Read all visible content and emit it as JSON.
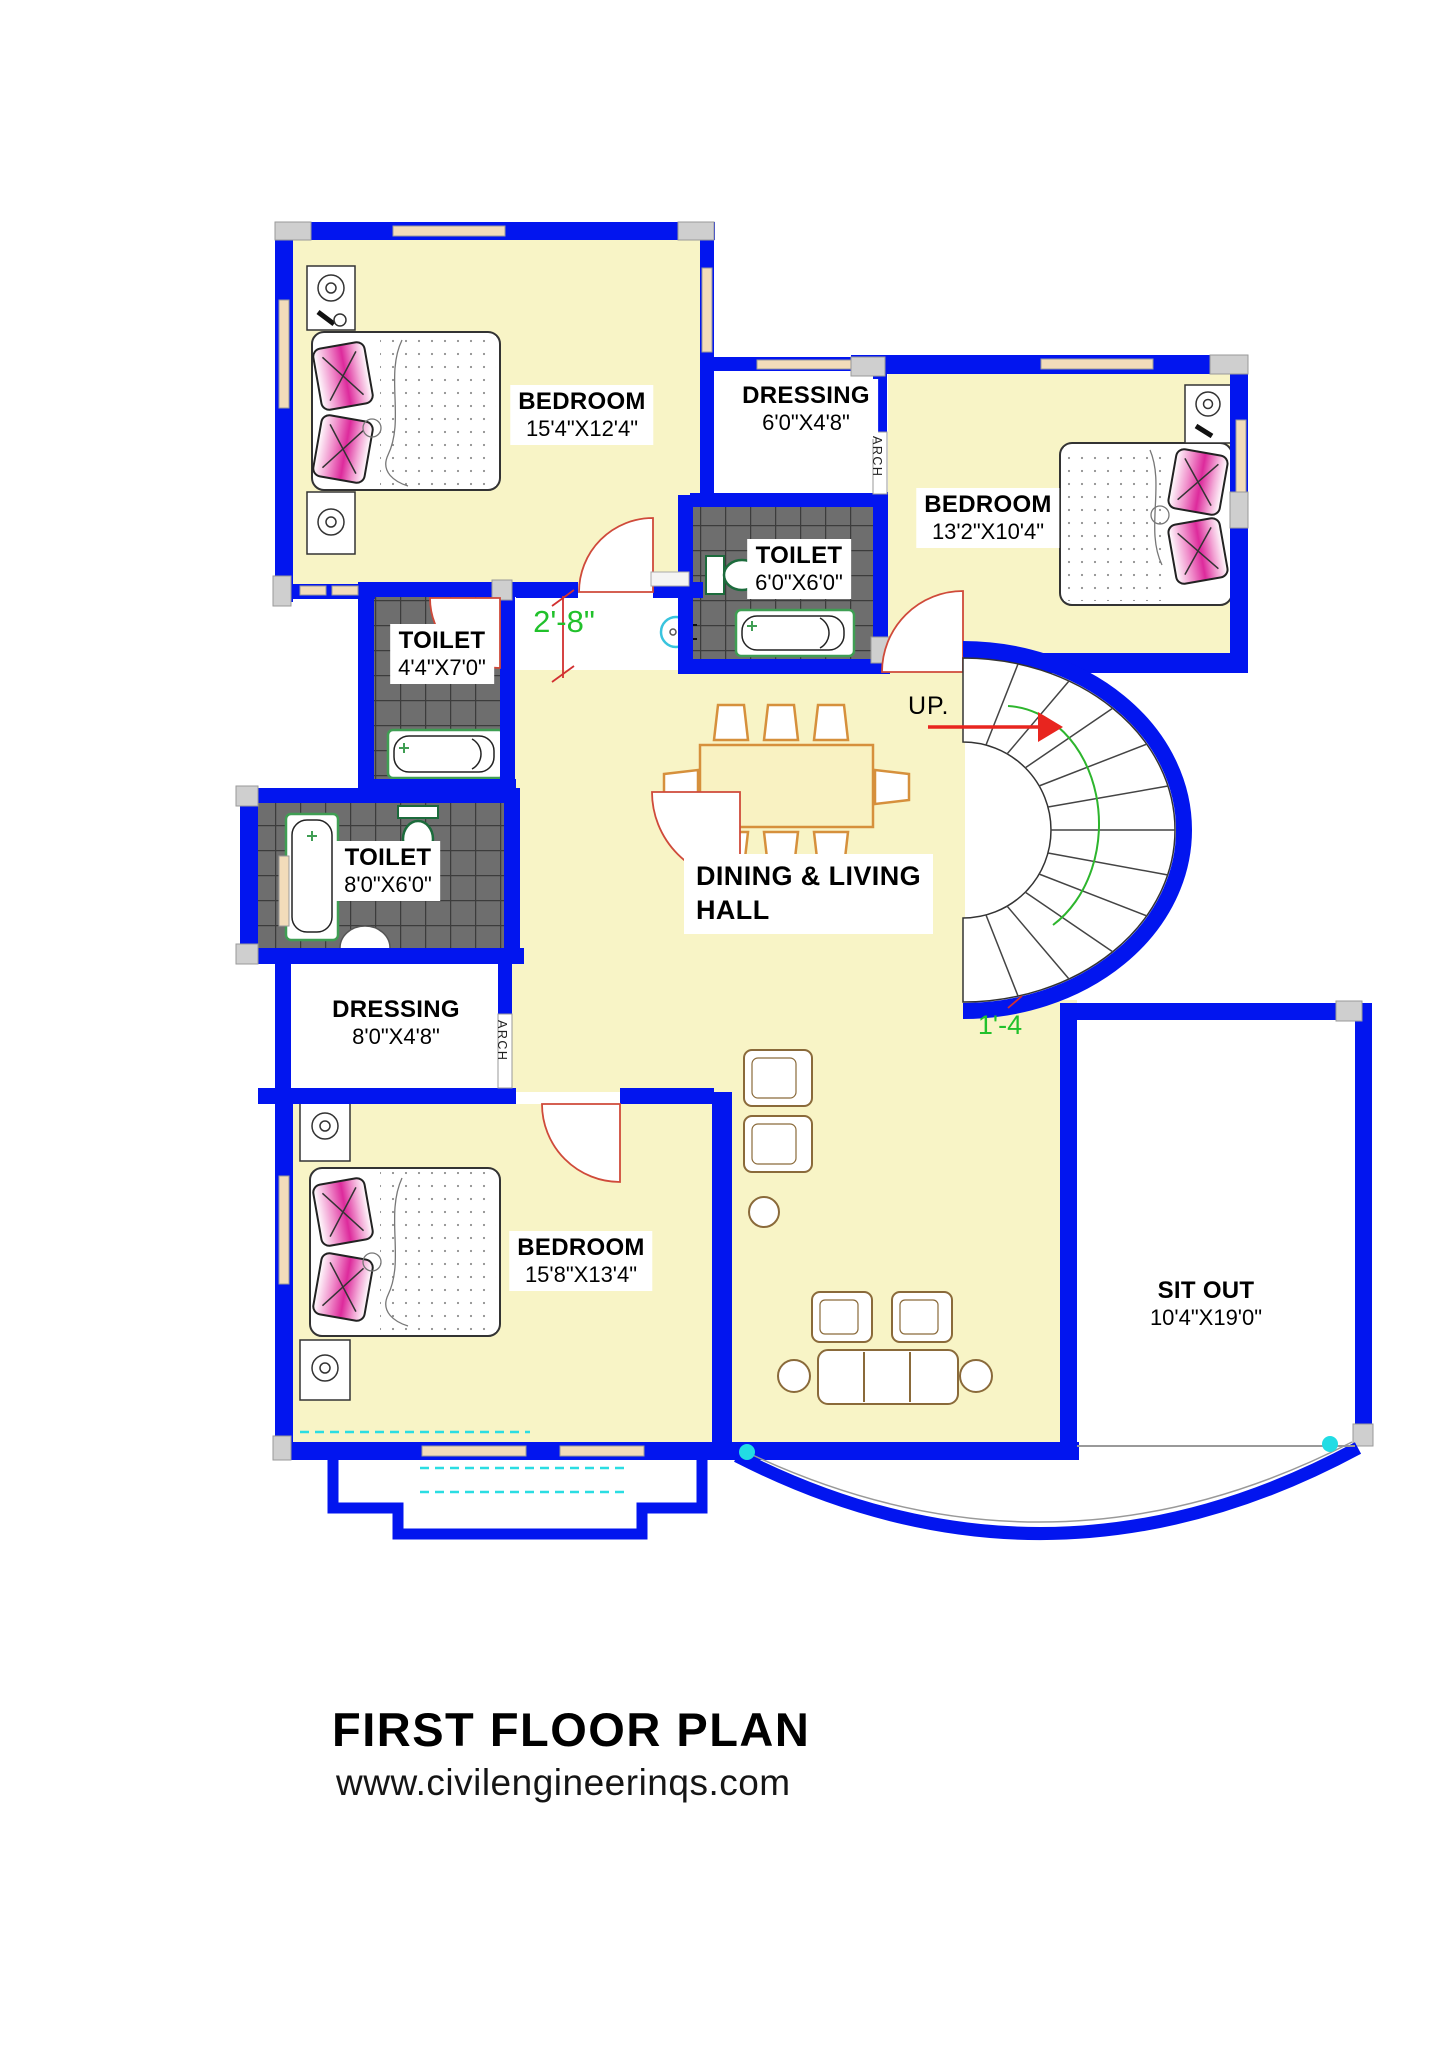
{
  "page": {
    "title": "FIRST FLOOR PLAN",
    "website": "www.civilengineerinqs.com"
  },
  "rooms": [
    {
      "name": "BEDROOM",
      "dims": "15'4\"X12'4\""
    },
    {
      "name": "DRESSING",
      "dims": "6'0\"X4'8\""
    },
    {
      "name": "BEDROOM",
      "dims": "13'2\"X10'4\""
    },
    {
      "name": "TOILET",
      "dims": "6'0\"X6'0\""
    },
    {
      "name": "TOILET",
      "dims": "4'4\"X7'0\""
    },
    {
      "name": "TOILET",
      "dims": "8'0\"X6'0\""
    },
    {
      "name": "DINING & LIVING",
      "name_line2": "HALL"
    },
    {
      "name": "DRESSING",
      "dims": "8'0\"X4'8\""
    },
    {
      "name": "BEDROOM",
      "dims": "15'8\"X13'4\""
    },
    {
      "name": "SIT OUT",
      "dims": "10'4\"X19'0\""
    }
  ],
  "annotations": {
    "up_label": "UP.",
    "dim_corridor": "2'-8\"",
    "dim_sitout": "1'-4",
    "arch_label": "ARCH"
  },
  "colors": {
    "wall_blue": "#0215ef",
    "floor_yellow": "#f8f4c6",
    "tile_gray": "#6e6e6e",
    "window_tan": "#f2dcba",
    "dim_green": "#21c12b",
    "arrow_red": "#e8251f",
    "accent_cyan": "#22dce4",
    "pillow_pink": "#dd2a9c"
  }
}
